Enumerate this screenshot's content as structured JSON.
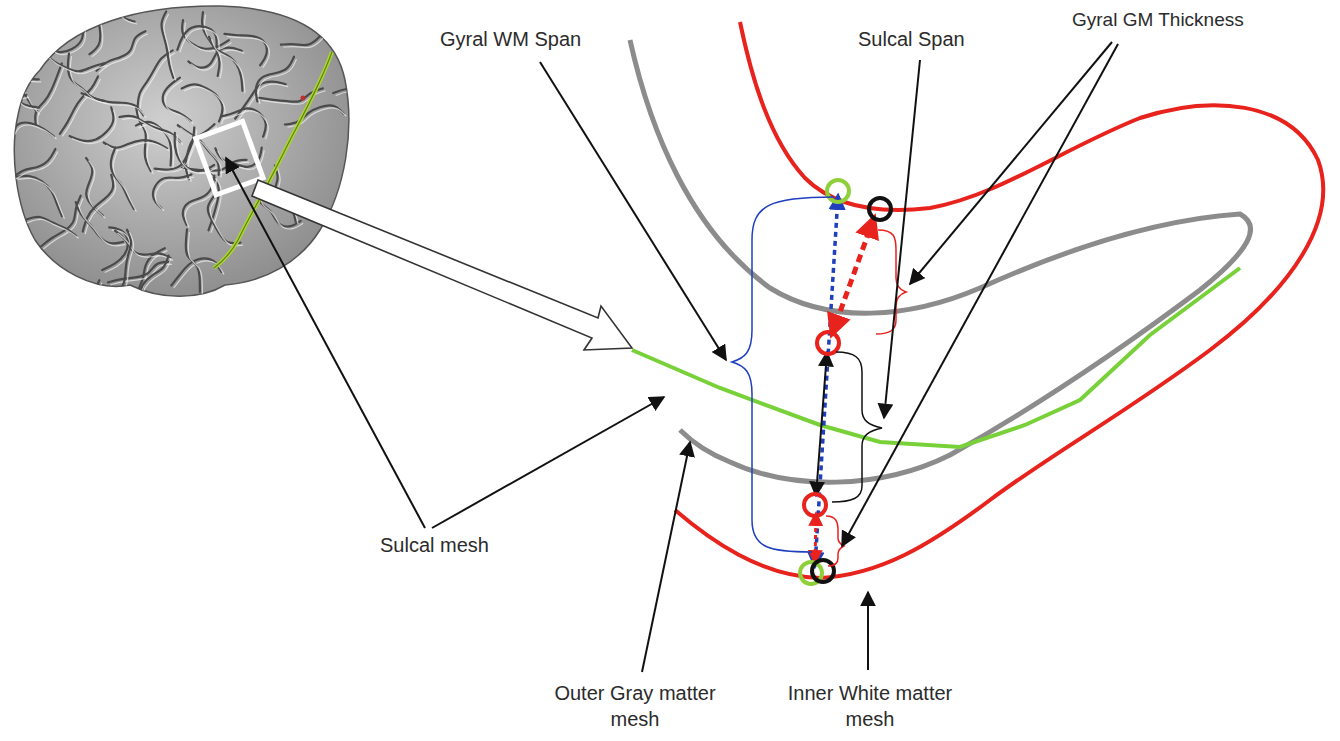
{
  "diagram": {
    "labels": [
      "Gyral GM Thickness",
      "Gyral WM Span",
      "Sulcal Span",
      "Sulcal mesh",
      "Outer Gray matter mesh",
      "Inner White matter mesh"
    ]
  }
}
